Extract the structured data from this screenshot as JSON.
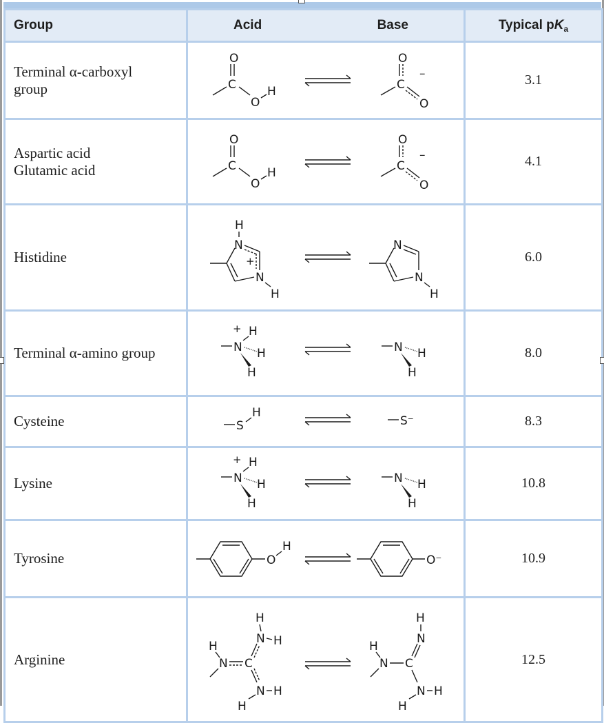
{
  "table": {
    "headers": {
      "group": "Group",
      "acid": "Acid",
      "base": "Base",
      "pka_prefix": "Typical p",
      "pka_k": "K",
      "pka_sub": "a"
    },
    "rows": [
      {
        "group": "Terminal α-carboxyl group",
        "group_lines": [
          "Terminal α-carboxyl",
          "group"
        ],
        "acid": "R–C(=O)–O–H",
        "base": "R–CO2⁻",
        "pka": "3.1"
      },
      {
        "group": "Aspartic acid / Glutamic acid",
        "group_lines": [
          "Aspartic acid",
          "Glutamic acid"
        ],
        "acid": "R–C(=O)–O–H",
        "base": "R–CO2⁻",
        "pka": "4.1"
      },
      {
        "group": "Histidine",
        "group_lines": [
          "Histidine"
        ],
        "acid": "imidazolium (N–H, N⁺–H)",
        "base": "imidazole (N, N–H)",
        "pka": "6.0"
      },
      {
        "group": "Terminal α-amino group",
        "group_lines": [
          "Terminal α-amino group"
        ],
        "acid": "–N⁺H3",
        "base": "–NH2",
        "pka": "8.0"
      },
      {
        "group": "Cysteine",
        "group_lines": [
          "Cysteine"
        ],
        "acid": "–S–H",
        "base": "–S⁻",
        "pka": "8.3"
      },
      {
        "group": "Lysine",
        "group_lines": [
          "Lysine"
        ],
        "acid": "–N⁺H3",
        "base": "–NH2",
        "pka": "10.8"
      },
      {
        "group": "Tyrosine",
        "group_lines": [
          "Tyrosine"
        ],
        "acid": "phenyl–O–H",
        "base": "phenyl–O⁻",
        "pka": "10.9"
      },
      {
        "group": "Arginine",
        "group_lines": [
          "Arginine"
        ],
        "acid": "guanidinium (N–H, C, NH2, NH2)",
        "base": "guanidine (N–H, C, =NH, NH2)",
        "pka": "12.5"
      }
    ],
    "atom_labels": {
      "O": "O",
      "C": "C",
      "H": "H",
      "N": "N",
      "S": "S",
      "minus": "–",
      "plus": "+",
      "s_minus": "S⁻",
      "o_minus": "O⁻"
    }
  },
  "colors": {
    "header_bg": "#e2ebf6",
    "top_bar": "#adc9e8",
    "grid": "#b7cfeb",
    "text": "#1e1e1e"
  }
}
